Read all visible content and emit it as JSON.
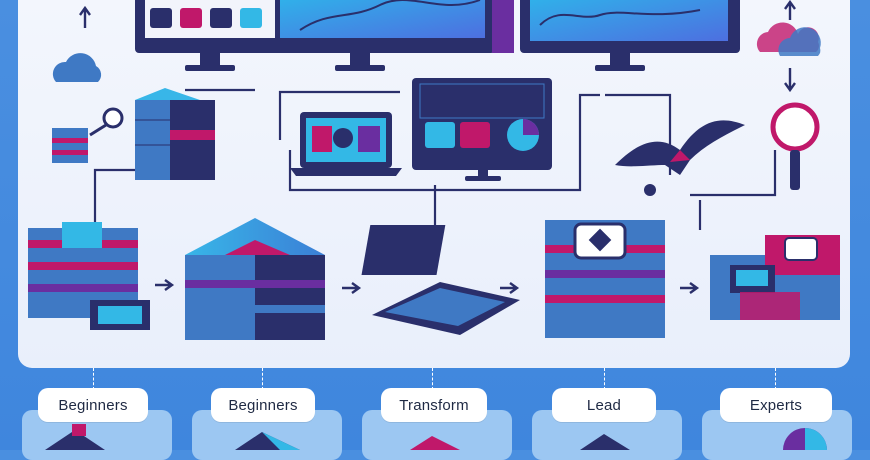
{
  "stages": [
    {
      "label": "Beginners"
    },
    {
      "label": "Beginners"
    },
    {
      "label": "Transform"
    },
    {
      "label": "Lead"
    },
    {
      "label": "Experts"
    }
  ],
  "colors": {
    "panel": "#eef2fb",
    "navy": "#2a2f6b",
    "blue": "#3f79c4",
    "cyan": "#33b8e6",
    "magenta": "#c0186a",
    "purple": "#6a2ea0",
    "background": "#4a8fe0"
  },
  "icons": [
    "cloud-icon",
    "magnifier-icon",
    "server-stack-icon",
    "monitor-icon",
    "laptop-icon",
    "bird-icon",
    "arrow-right-icon"
  ]
}
